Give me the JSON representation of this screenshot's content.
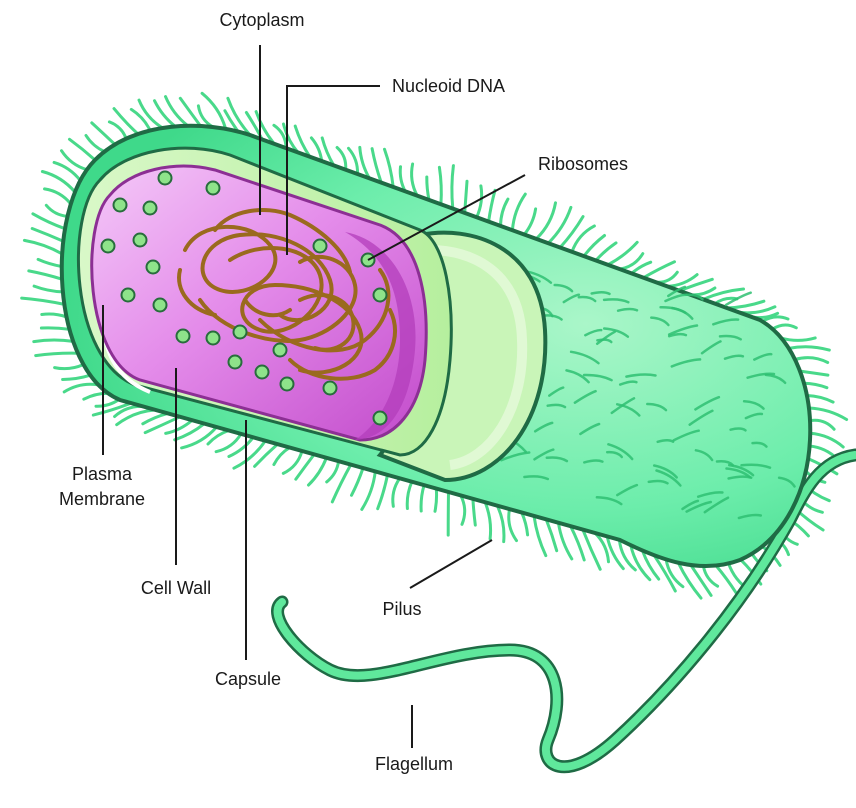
{
  "labels": {
    "cytoplasm": "Cytoplasm",
    "nucleoid_dna": "Nucleoid DNA",
    "ribosomes": "Ribosomes",
    "plasma_membrane_line1": "Plasma",
    "plasma_membrane_line2": "Membrane",
    "cell_wall": "Cell Wall",
    "capsule": "Capsule",
    "pilus": "Pilus",
    "flagellum": "Flagellum"
  },
  "colors": {
    "capsule_fill": "#5fe89c",
    "outline": "#1f6b45",
    "cell_wall_fill": "#c9f5b8",
    "cell_wall_light": "#e9fbe0",
    "cytoplasm_fill": "#e07ee6",
    "cytoplasm_dark": "#b33dbb",
    "cytoplasm_light": "#f3c2f6",
    "ribosome_fill": "#8ee38a",
    "ribosome_outline": "#276d3c",
    "dna_stroke": "#9a6a1e",
    "pili": "#49d98a",
    "leader_line": "#1a1a1a"
  },
  "icons": {
    "cell_body": "bacterium-cell-icon",
    "flagellum": "flagellum-icon",
    "pili": "pili-icon"
  }
}
